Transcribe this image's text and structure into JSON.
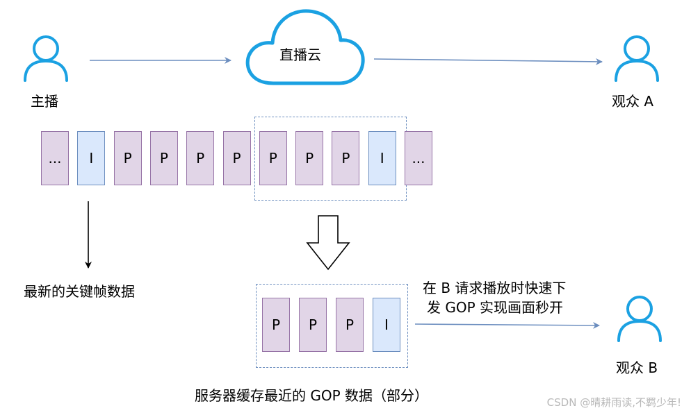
{
  "labels": {
    "streamer": "主播",
    "cloud": "直播云",
    "viewer_a": "观众 A",
    "viewer_b": "观众 B",
    "latest_key_frame": "最新的关键帧数据",
    "request_line1": "在 B 请求播放时快速下",
    "request_line2": "发 GOP 实现画面秒开",
    "server_cache": "服务器缓存最近的 GOP 数据（部分）"
  },
  "stream_frames": [
    "...",
    "I",
    "P",
    "P",
    "P",
    "P",
    "P",
    "P",
    "P",
    "I",
    "..."
  ],
  "cached_frames": [
    "P",
    "P",
    "P",
    "I"
  ],
  "watermark": "CSDN @晴耕雨读,不羁少年!",
  "colors": {
    "p_fill": "#e1d5e7",
    "p_stroke": "#9673a6",
    "i_fill": "#dae8fc",
    "i_stroke": "#6c8ebf",
    "user_icon": "#1ba1e2",
    "arrow": "#6c8ebf"
  },
  "icons": {
    "user": "user-icon",
    "cloud": "cloud-icon",
    "down_arrow": "hollow-down-arrow-icon"
  }
}
